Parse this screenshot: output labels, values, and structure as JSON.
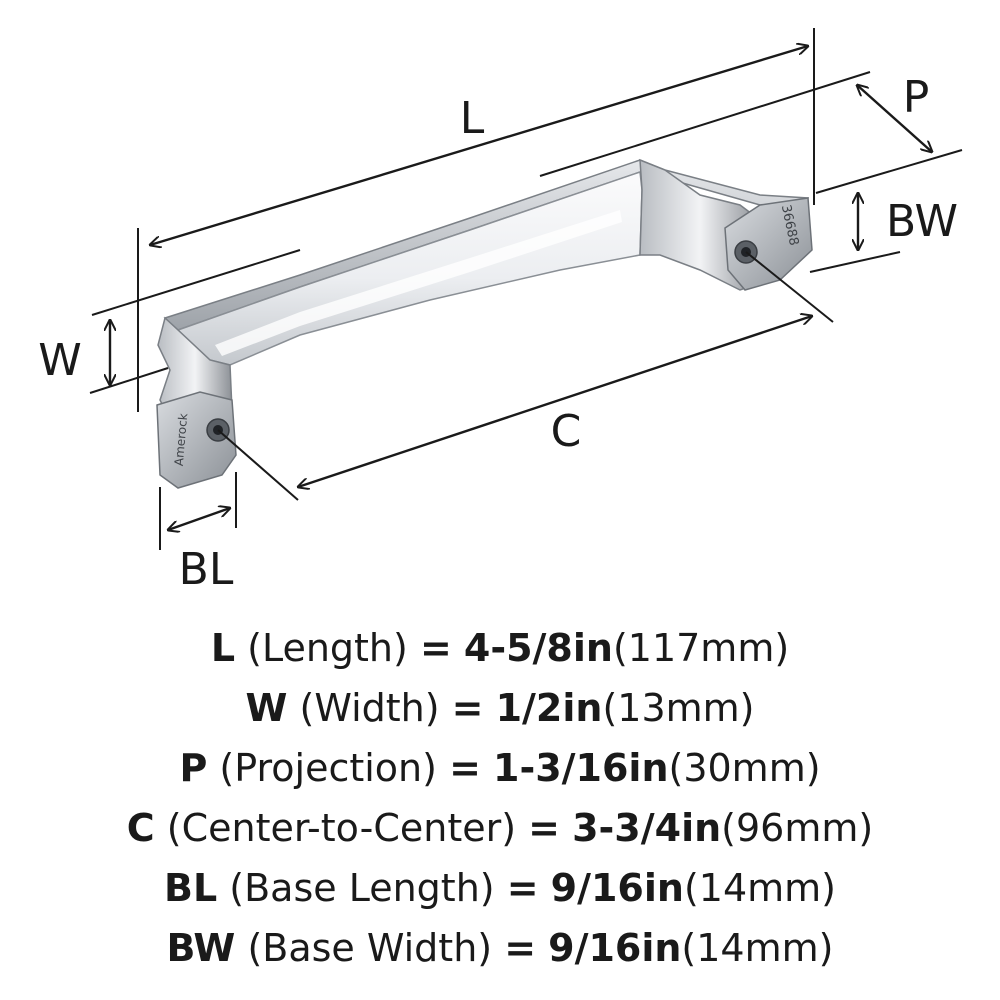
{
  "diagram": {
    "labels": {
      "L": "L",
      "P": "P",
      "BW": "BW",
      "W": "W",
      "C": "C",
      "BL": "BL"
    },
    "engravings": {
      "left_base": "Amerock",
      "right_base": "36688"
    },
    "colors": {
      "ink": "#1a1a1a",
      "metal_light": "#f4f5f7",
      "metal_mid": "#c9ccd1",
      "metal_dark": "#6f7378"
    }
  },
  "specs": [
    {
      "code": "L",
      "name": "(Length)",
      "eq": "=",
      "imperial": "4-5/8in",
      "metric": "(117mm)"
    },
    {
      "code": "W",
      "name": "(Width)",
      "eq": "=",
      "imperial": "1/2in",
      "metric": "(13mm)"
    },
    {
      "code": "P",
      "name": "(Projection)",
      "eq": "=",
      "imperial": "1-3/16in",
      "metric": "(30mm)"
    },
    {
      "code": "C",
      "name": "(Center-to-Center)",
      "eq": "=",
      "imperial": "3-3/4in",
      "metric": "(96mm)"
    },
    {
      "code": "BL",
      "name": "(Base Length)",
      "eq": "=",
      "imperial": "9/16in",
      "metric": "(14mm)"
    },
    {
      "code": "BW",
      "name": "(Base Width)",
      "eq": "=",
      "imperial": "9/16in",
      "metric": "(14mm)"
    }
  ]
}
